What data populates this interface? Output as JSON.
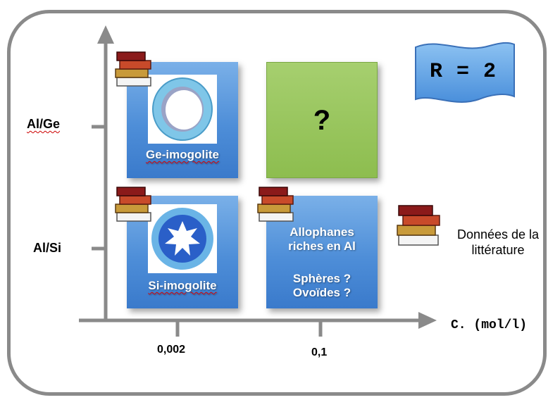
{
  "axes": {
    "y_labels": [
      "Al/Ge",
      "Al/Si"
    ],
    "x_label": "C. (mol/l)",
    "x_ticks": [
      "0,002",
      "0,1"
    ]
  },
  "flag": {
    "text": "R = 2"
  },
  "boxes": {
    "ge_imogolite": {
      "label": "Ge-imogolite"
    },
    "unknown": {
      "label": "?"
    },
    "si_imogolite": {
      "label": "Si-imogolite"
    },
    "allophanes": {
      "line1": "Allophanes",
      "line2": "riches en Al",
      "line3": "Sphères ?",
      "line4": "Ovoïdes ?"
    }
  },
  "legend": {
    "line1": "Données de la",
    "line2": "littérature",
    "icon": "books-icon"
  },
  "colors": {
    "box_blue": "#4e8ed8",
    "box_green": "#8dbd4f",
    "flag_blue": "#5aa0e6",
    "axis": "#8a8a8a"
  }
}
